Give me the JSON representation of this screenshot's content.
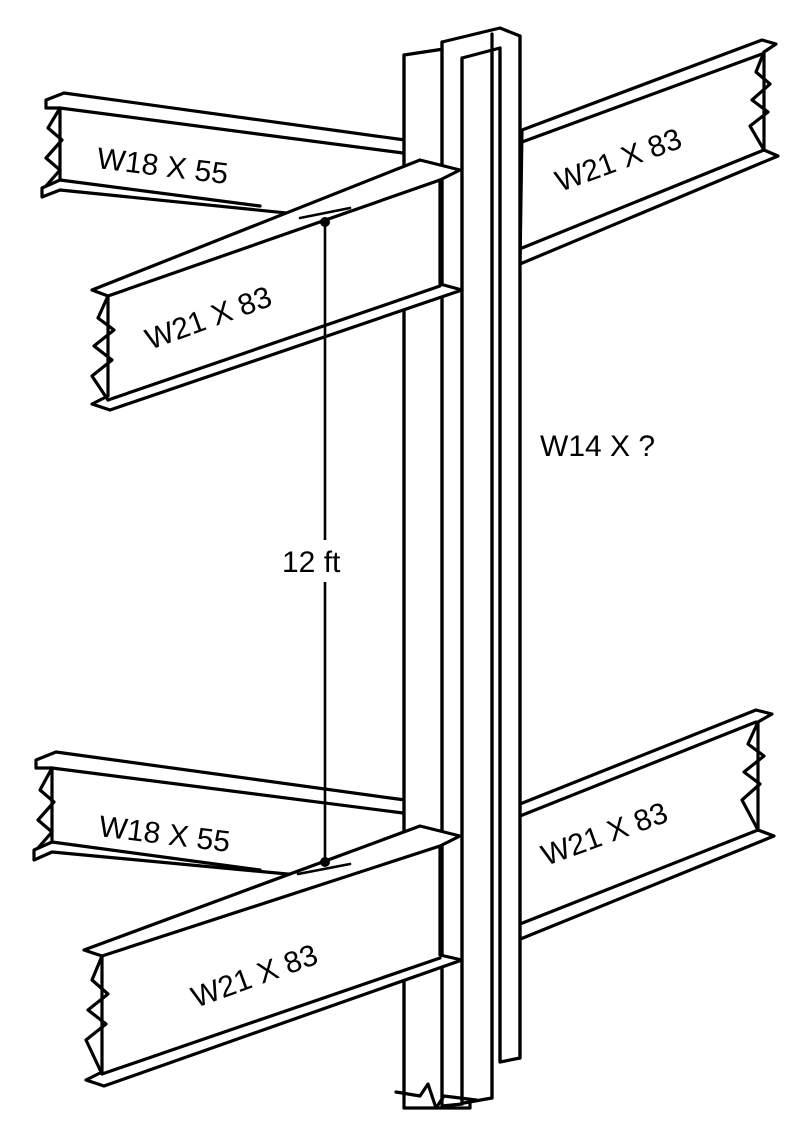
{
  "labels": {
    "column": "W14 X ?",
    "beam_back_left_upper": "W18 X 55",
    "beam_right_upper": "W21 X 83",
    "beam_front_left_upper": "W21 X 83",
    "beam_back_left_lower": "W18 X 55",
    "beam_right_lower": "W21 X 83",
    "beam_front_left_lower": "W21 X 83",
    "story_height": "12 ft"
  }
}
